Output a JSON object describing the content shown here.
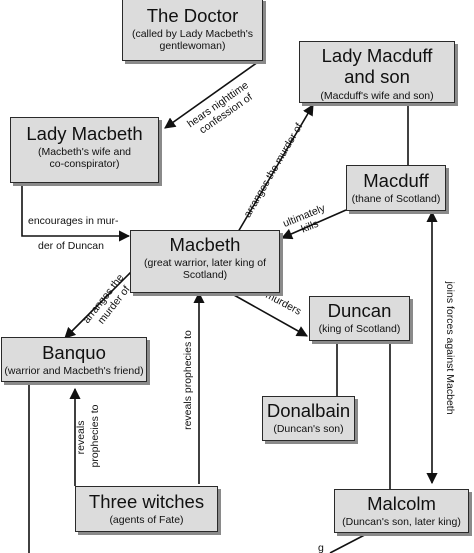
{
  "nodes": {
    "doctor": {
      "name": "The Doctor",
      "desc_lines": [
        "(called by Lady Macbeth's",
        "gentlewoman)"
      ]
    },
    "lady_macduff": {
      "name_lines": [
        "Lady Macduff",
        "and son"
      ],
      "desc": "(Macduff's wife and son)"
    },
    "lady_macbeth": {
      "name": "Lady Macbeth",
      "desc_lines": [
        "(Macbeth's wife and",
        "co-conspirator)"
      ]
    },
    "macduff": {
      "name": "Macduff",
      "desc": "(thane of Scotland)"
    },
    "macbeth": {
      "name": "Macbeth",
      "desc_lines": [
        "(great warrior, later king of",
        "Scotland)"
      ]
    },
    "duncan": {
      "name": "Duncan",
      "desc": "(king of Scotland)"
    },
    "banquo": {
      "name": "Banquo",
      "desc": "(warrior and Macbeth's friend)"
    },
    "donalbain": {
      "name": "Donalbain",
      "desc": "(Duncan's son)"
    },
    "witches": {
      "name": "Three witches",
      "desc": "(agents of Fate)"
    },
    "malcolm": {
      "name": "Malcolm",
      "desc": "(Duncan's son, later king)"
    }
  },
  "edges": {
    "hears_confession": [
      "hears nighttime",
      "confession of"
    ],
    "arranges_murder_macduff": "arranges the murder of",
    "encourages": [
      "encourages in mur-",
      "der of Duncan"
    ],
    "ultimately_kills": [
      "ultimately",
      "kills"
    ],
    "arranges_murder_banquo": [
      "arranges the",
      "murder of"
    ],
    "murders": "murders",
    "joins_forces": "joins forces against Macbeth",
    "reveals_macbeth": "reveals prophecies to",
    "reveals_banquo": [
      "reveals",
      "prophecies to"
    ],
    "cut_off": "g"
  }
}
